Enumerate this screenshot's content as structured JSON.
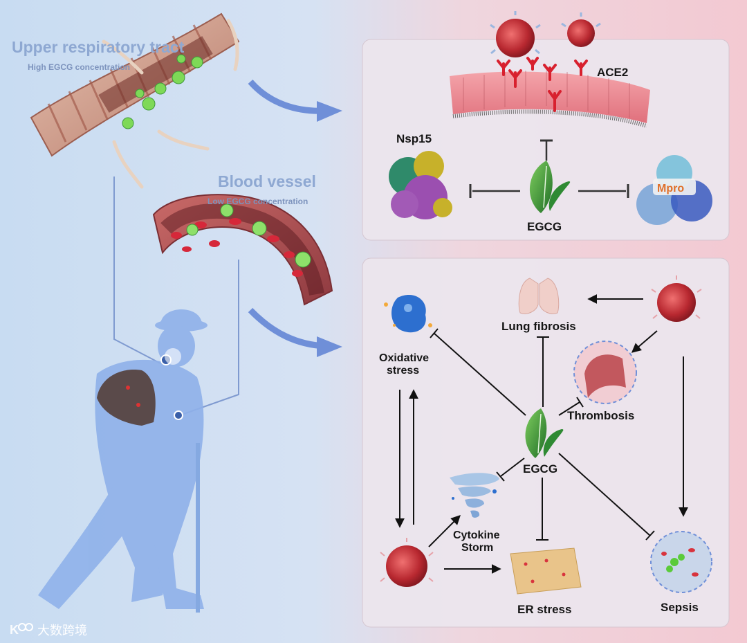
{
  "left": {
    "upper_tract_title": "Upper respiratory tract",
    "upper_tract_sub": "High EGCG concentration",
    "vessel_title": "Blood vessel",
    "vessel_sub": "Low EGCG concentration"
  },
  "top_panel": {
    "ace2": "ACE2",
    "nsp15": "Nsp15",
    "mpro": "Mpro",
    "egcg": "EGCG"
  },
  "bottom_panel": {
    "oxidative": "Oxidative\nstress",
    "lung_fibrosis": "Lung fibrosis",
    "thrombosis": "Thrombosis",
    "egcg": "EGCG",
    "cytokine": "Cytokine\nStorm",
    "er_stress": "ER stress",
    "sepsis": "Sepsis"
  },
  "watermark": "大数跨境",
  "colors": {
    "left_bg": "#c8dcf2",
    "right_bg": "#f3c9d2",
    "panel_bg": "#ece6ee",
    "arrow_blue": "#6f8fd8",
    "leaf_green": "#3f9a3a",
    "virus_red": "#c0303a"
  }
}
